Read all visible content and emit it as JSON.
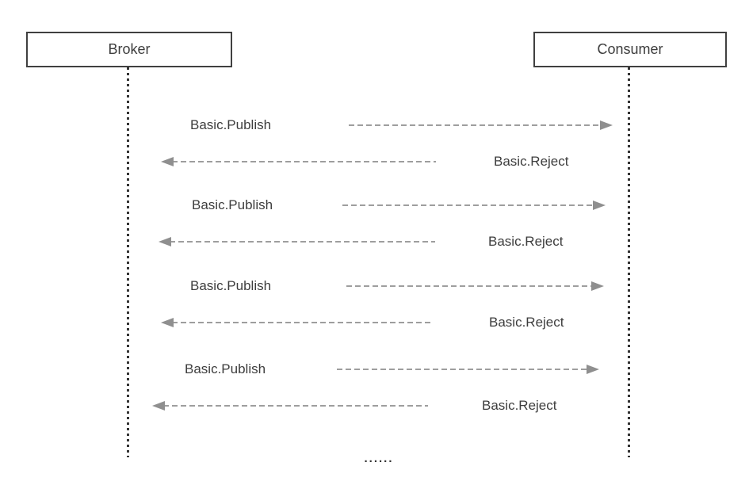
{
  "diagram": {
    "type": "sequence-diagram",
    "actors": [
      {
        "name": "Broker"
      },
      {
        "name": "Consumer"
      }
    ],
    "messages": [
      {
        "label": "Basic.Publish",
        "from": "Broker",
        "to": "Consumer",
        "direction": "right"
      },
      {
        "label": "Basic.Reject",
        "from": "Consumer",
        "to": "Broker",
        "direction": "left"
      },
      {
        "label": "Basic.Publish",
        "from": "Broker",
        "to": "Consumer",
        "direction": "right"
      },
      {
        "label": "Basic.Reject",
        "from": "Consumer",
        "to": "Broker",
        "direction": "left"
      },
      {
        "label": "Basic.Publish",
        "from": "Broker",
        "to": "Consumer",
        "direction": "right"
      },
      {
        "label": "Basic.Reject",
        "from": "Consumer",
        "to": "Broker",
        "direction": "left"
      },
      {
        "label": "Basic.Publish",
        "from": "Broker",
        "to": "Consumer",
        "direction": "right"
      },
      {
        "label": "Basic.Reject",
        "from": "Consumer",
        "to": "Broker",
        "direction": "left"
      }
    ],
    "continuation": "......",
    "colors": {
      "background": "#ffffff",
      "box_border": "#404040",
      "text": "#3d3d3d",
      "lifeline": "#333333",
      "arrow_line": "#9e9e9e",
      "arrow_head": "#8f8f8f"
    }
  }
}
